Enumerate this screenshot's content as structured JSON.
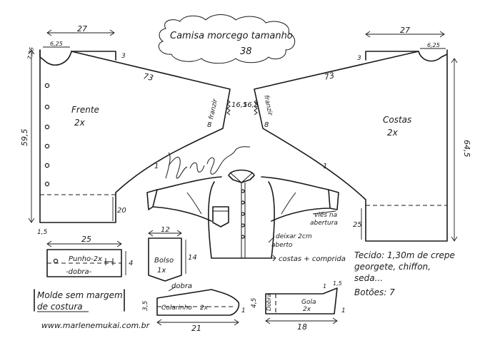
{
  "title_line1": "Camisa morcego tamanho",
  "title_line2": "38",
  "front": {
    "label": "Frente",
    "qty": "2x",
    "width": "27",
    "neck_width": "6,25",
    "neck_depth": "7,25",
    "shoulder_drop": "3",
    "sleeve_length": "73",
    "sleeve_end": "16,5",
    "gather": "franzir",
    "cuff_side": "8",
    "height": "59,5",
    "hem_depth": "20",
    "hem_extra": "1,5",
    "seam_mark": "1"
  },
  "back": {
    "label": "Costas",
    "qty": "2x",
    "width": "27",
    "neck_width": "6,25",
    "shoulder_drop": "3",
    "sleeve_length": "73",
    "sleeve_end": "16,5",
    "gather": "franzir",
    "cuff_side": "8",
    "height": "64,5",
    "hem_depth": "25",
    "seam_mark": "1"
  },
  "cuff": {
    "width": "25",
    "name": "Punho-2x",
    "fold": "-dobra-",
    "height": "4"
  },
  "pocket": {
    "width": "12",
    "name": "Bolso",
    "qty": "1x",
    "height": "14"
  },
  "collar_stand": {
    "name": "Colarinho",
    "qty": "2x",
    "fold": "dobra",
    "height": "3,5",
    "side": "1",
    "length": "21"
  },
  "collar": {
    "fold": "Dobra",
    "name": "Gola",
    "qty": "2x",
    "height": "4,5",
    "top_end": "1,5",
    "corner": "1",
    "side": "1",
    "length": "18"
  },
  "notes": {
    "vies": "viés na",
    "vies2": "abertura",
    "open1": "deixar 2cm",
    "open2": "aberto",
    "back_longer": "costas + comprida"
  },
  "fabric": {
    "line1": "Tecido: 1,30m de crepe",
    "line2": "georgete, chiffon,",
    "line3": "seda...",
    "buttons": "Botões: 7"
  },
  "seam_note1": "Molde sem margem",
  "seam_note2": "de costura",
  "website": "www.marlenemukai.com.br",
  "signature": "Marlene Mukai"
}
